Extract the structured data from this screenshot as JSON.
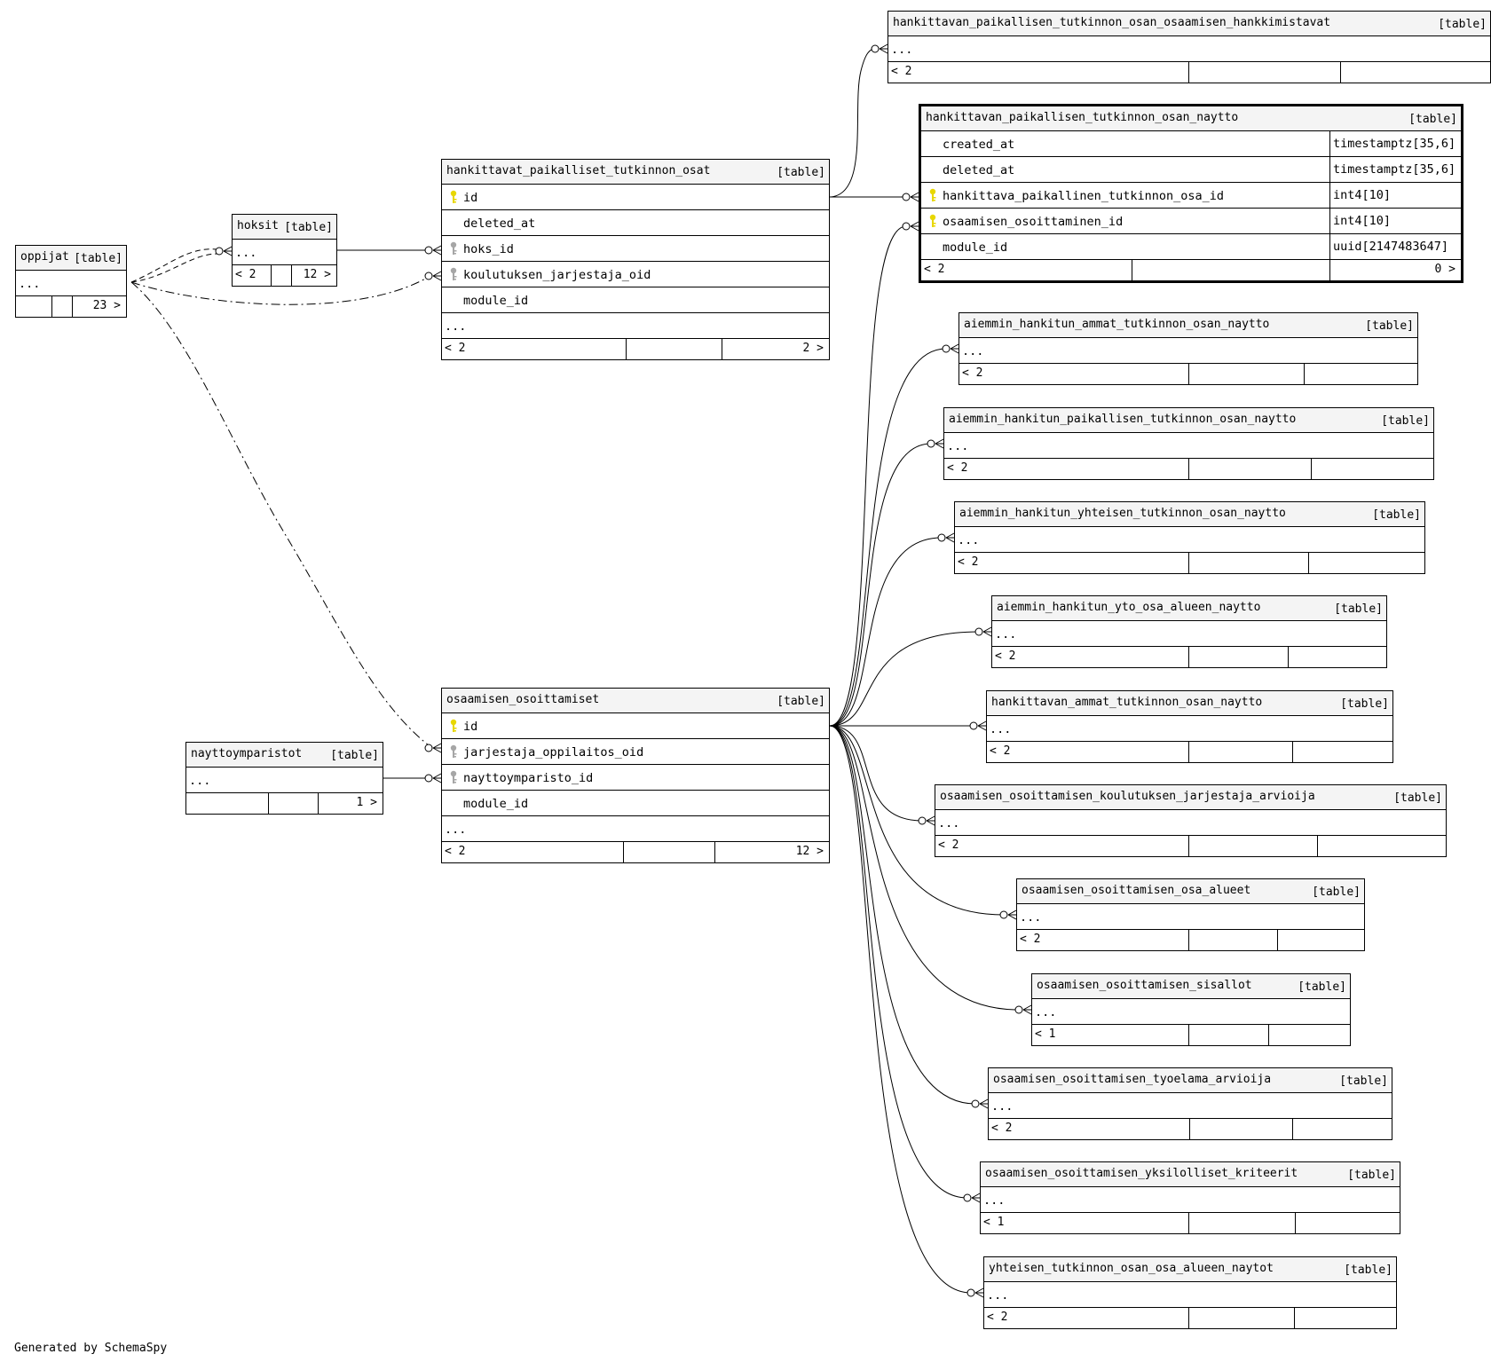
{
  "tables": [
    {
      "id": "oppijat",
      "name": "oppijat",
      "type": "[table]",
      "columns": [],
      "has_more": true,
      "footer": {
        "parents": "",
        "children": "23 >"
      }
    },
    {
      "id": "hoksit",
      "name": "hoksit",
      "type": "[table]",
      "columns": [],
      "has_more": true,
      "footer": {
        "parents": "< 2",
        "children": "12 >"
      }
    },
    {
      "id": "hpto",
      "name": "hankittavat_paikalliset_tutkinnon_osat",
      "type": "[table]",
      "columns": [
        {
          "name": "id",
          "key": "pk"
        },
        {
          "name": "deleted_at",
          "key": ""
        },
        {
          "name": "hoks_id",
          "key": "fk"
        },
        {
          "name": "koulutuksen_jarjestaja_oid",
          "key": "fk"
        },
        {
          "name": "module_id",
          "key": ""
        }
      ],
      "has_more": true,
      "footer": {
        "parents": "< 2",
        "children": "2 >"
      }
    },
    {
      "id": "hankkimistavat",
      "name": "hankittavan_paikallisen_tutkinnon_osan_osaamisen_hankkimistavat",
      "type": "[table]",
      "columns": [],
      "has_more": true,
      "footer": {
        "parents": "< 2",
        "children": ""
      }
    },
    {
      "id": "naytto",
      "name": "hankittavan_paikallisen_tutkinnon_osan_naytto",
      "type": "[table]",
      "columns": [
        {
          "name": "created_at",
          "type": "timestamptz[35,6]",
          "key": ""
        },
        {
          "name": "deleted_at",
          "type": "timestamptz[35,6]",
          "key": ""
        },
        {
          "name": "hankittava_paikallinen_tutkinnon_osa_id",
          "type": "int4[10]",
          "key": "pk"
        },
        {
          "name": "osaamisen_osoittaminen_id",
          "type": "int4[10]",
          "key": "pk"
        },
        {
          "name": "module_id",
          "type": "uuid[2147483647]",
          "key": ""
        }
      ],
      "has_more": false,
      "footer": {
        "parents": "< 2",
        "children": "0 >"
      }
    },
    {
      "id": "ahatn",
      "name": "aiemmin_hankitun_ammat_tutkinnon_osan_naytto",
      "type": "[table]",
      "columns": [],
      "has_more": true,
      "footer": {
        "parents": "< 2",
        "children": ""
      }
    },
    {
      "id": "ahptn",
      "name": "aiemmin_hankitun_paikallisen_tutkinnon_osan_naytto",
      "type": "[table]",
      "columns": [],
      "has_more": true,
      "footer": {
        "parents": "< 2",
        "children": ""
      }
    },
    {
      "id": "ahytn",
      "name": "aiemmin_hankitun_yhteisen_tutkinnon_osan_naytto",
      "type": "[table]",
      "columns": [],
      "has_more": true,
      "footer": {
        "parents": "< 2",
        "children": ""
      }
    },
    {
      "id": "ahyoan",
      "name": "aiemmin_hankitun_yto_osa_alueen_naytto",
      "type": "[table]",
      "columns": [],
      "has_more": true,
      "footer": {
        "parents": "< 2",
        "children": ""
      }
    },
    {
      "id": "hatn",
      "name": "hankittavan_ammat_tutkinnon_osan_naytto",
      "type": "[table]",
      "columns": [],
      "has_more": true,
      "footer": {
        "parents": "< 2",
        "children": ""
      }
    },
    {
      "id": "ookja",
      "name": "osaamisen_osoittamisen_koulutuksen_jarjestaja_arvioija",
      "type": "[table]",
      "columns": [],
      "has_more": true,
      "footer": {
        "parents": "< 2",
        "children": ""
      }
    },
    {
      "id": "oooa",
      "name": "osaamisen_osoittamisen_osa_alueet",
      "type": "[table]",
      "columns": [],
      "has_more": true,
      "footer": {
        "parents": "< 2",
        "children": ""
      }
    },
    {
      "id": "oos",
      "name": "osaamisen_osoittamisen_sisallot",
      "type": "[table]",
      "columns": [],
      "has_more": true,
      "footer": {
        "parents": "< 1",
        "children": ""
      }
    },
    {
      "id": "oota",
      "name": "osaamisen_osoittamisen_tyoelama_arvioija",
      "type": "[table]",
      "columns": [],
      "has_more": true,
      "footer": {
        "parents": "< 2",
        "children": ""
      }
    },
    {
      "id": "ooyk",
      "name": "osaamisen_osoittamisen_yksilolliset_kriteerit",
      "type": "[table]",
      "columns": [],
      "has_more": true,
      "footer": {
        "parents": "< 1",
        "children": ""
      }
    },
    {
      "id": "ytoan",
      "name": "yhteisen_tutkinnon_osan_osa_alueen_naytot",
      "type": "[table]",
      "columns": [],
      "has_more": true,
      "footer": {
        "parents": "< 2",
        "children": ""
      }
    },
    {
      "id": "nayttoymparistot",
      "name": "nayttoymparistot",
      "type": "[table]",
      "columns": [],
      "has_more": true,
      "footer": {
        "parents": "",
        "children": "1 >"
      }
    },
    {
      "id": "oo",
      "name": "osaamisen_osoittamiset",
      "type": "[table]",
      "columns": [
        {
          "name": "id",
          "key": "pk"
        },
        {
          "name": "jarjestaja_oppilaitos_oid",
          "key": "fk"
        },
        {
          "name": "nayttoymparisto_id",
          "key": "fk"
        },
        {
          "name": "module_id",
          "key": ""
        }
      ],
      "has_more": true,
      "footer": {
        "parents": "< 2",
        "children": "12 >"
      }
    }
  ],
  "more_marker": "...",
  "generated_by": "Generated by SchemaSpy",
  "colors": {
    "primary_key": "#e8d700",
    "foreign_key": "#a6a6a6",
    "line": "#000000",
    "header_bg": "#f4f4f4"
  }
}
